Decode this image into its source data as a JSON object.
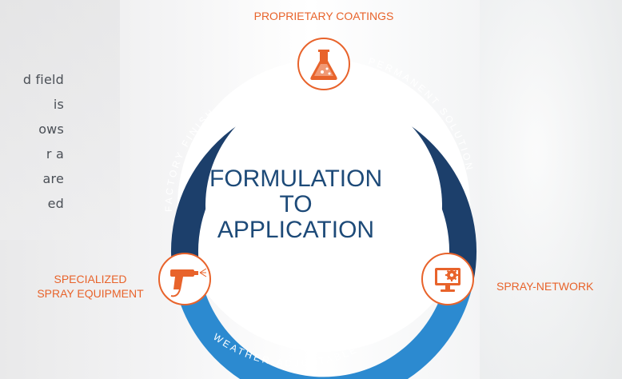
{
  "background_fragments": [
    "d field",
    "is",
    "ows",
    "r a",
    "are",
    "ed"
  ],
  "top_label": "PROPRIETARY COATINGS",
  "left_label_line1": "SPECIALIZED",
  "left_label_line2": "SPRAY EQUIPMENT",
  "right_label": "SPRAY-NETWORK",
  "center_line1": "FORMULATION",
  "center_line2": "TO",
  "center_line3": "APPLICATION",
  "ring_labels": {
    "left_arc": "FACTORY FINISH",
    "right_arc": "PERMANENT SOLUTION",
    "bottom_arc": "WEATHER-ADJUSTABLE"
  },
  "icons": {
    "top": "flask-icon",
    "left": "spray-gun-icon",
    "right": "computer-gear-icon"
  },
  "colors": {
    "ring_dark": "#1c3f6b",
    "ring_light": "#2c8ad0",
    "accent": "#e8632b",
    "center_text": "#1d4a78"
  }
}
